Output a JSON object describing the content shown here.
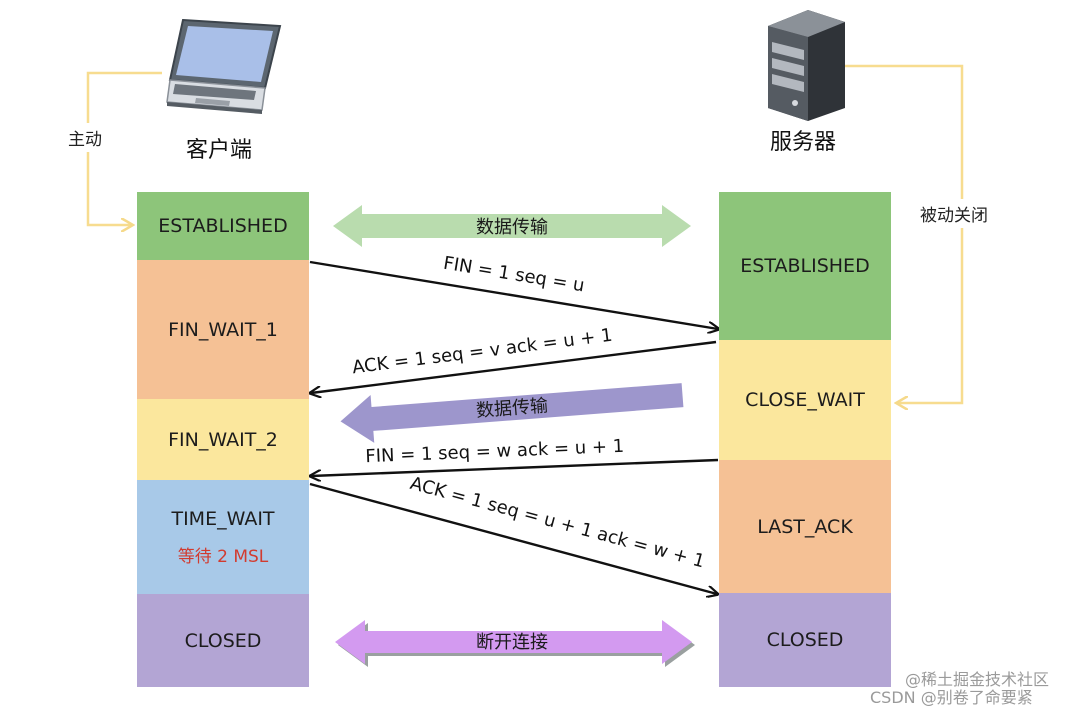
{
  "actors": {
    "client": "客户端",
    "server": "服务器"
  },
  "side_labels": {
    "active": "主动",
    "passive": "被动关闭"
  },
  "client_states": [
    {
      "label": "ESTABLISHED",
      "color": "#8dc57a"
    },
    {
      "label": "FIN_WAIT_1",
      "color": "#f5c195"
    },
    {
      "label": "FIN_WAIT_2",
      "color": "#fbe79d"
    },
    {
      "label": "TIME_WAIT",
      "note": "等待 2 MSL",
      "color": "#a8c9e8"
    },
    {
      "label": "CLOSED",
      "color": "#b3a5d4"
    }
  ],
  "server_states": [
    {
      "label": "ESTABLISHED",
      "color": "#8dc57a"
    },
    {
      "label": "CLOSE_WAIT",
      "color": "#fbe79d"
    },
    {
      "label": "LAST_ACK",
      "color": "#f5c195"
    },
    {
      "label": "CLOSED",
      "color": "#b3a5d4"
    }
  ],
  "messages": [
    {
      "label": "FIN = 1 seq = u"
    },
    {
      "label": "ACK = 1 seq = v ack = u + 1"
    },
    {
      "label": "FIN = 1 seq = w ack = u + 1"
    },
    {
      "label": "ACK = 1 seq = u + 1 ack = w + 1"
    }
  ],
  "bands": {
    "data_transfer_1": "数据传输",
    "data_transfer_2": "数据传输",
    "disconnect": "断开连接"
  },
  "colors": {
    "green_band": "#b9dcae",
    "purple_band": "#9d96cc",
    "violet_band": "#d39af0",
    "feedback_line": "#f7dc8f"
  },
  "icons": [
    "laptop-icon",
    "server-icon"
  ],
  "watermark": {
    "line1": "@稀土掘金技术社区",
    "line2": "CSDN @别卷了命要紧"
  }
}
